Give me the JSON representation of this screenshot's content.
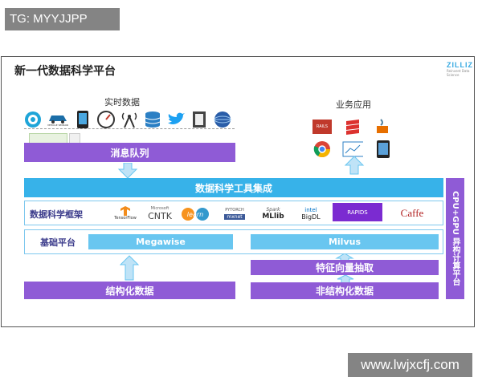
{
  "watermark_top": "TG: MYYJJPP",
  "watermark_bottom": "www.lwjxcfj.com",
  "title": "新一代数据科学平台",
  "logo": {
    "name": "ZILLIZ",
    "tagline": "Reinvent Data Science"
  },
  "realtime": {
    "label": "实时数据",
    "icons": [
      "target-icon",
      "vehicle-sensor-icon",
      "phone-icon",
      "gauge-icon",
      "antenna-icon",
      "database-icon",
      "twitter-bird-icon",
      "document-icon",
      "globe-icon"
    ],
    "vehicle_sensor_text": "VEHICLE SENSOR"
  },
  "apps": {
    "label": "业务应用",
    "icons": [
      "rails-icon",
      "scala-icon",
      "java-icon",
      "chrome-icon",
      "chart-window-icon",
      "tablet-icon"
    ],
    "rails_text": "RAILS"
  },
  "message_queue": "消息队列",
  "toolkit": "数据科学工具集成",
  "frameworks": {
    "label": "数据科学框架",
    "items": {
      "tensorflow": "TensorFlow",
      "cntk_small": "Microsoft",
      "cntk": "CNTK",
      "sklearn": "learn",
      "pytorch": "PYTORCH",
      "mxnet": "mxnet",
      "spark_small": "Spark",
      "mllib": "MLlib",
      "intel": "intel",
      "bigdl": "BigDL",
      "rapids": "RAPIDS",
      "caffe": "Caffe"
    }
  },
  "base": {
    "label": "基础平台",
    "megawise": "Megawise",
    "milvus": "Milvus"
  },
  "feature_extraction": "特征向量抽取",
  "structured": "结构化数据",
  "unstructured": "非结构化数据",
  "side": "CPU+GPU 异构计算平台"
}
